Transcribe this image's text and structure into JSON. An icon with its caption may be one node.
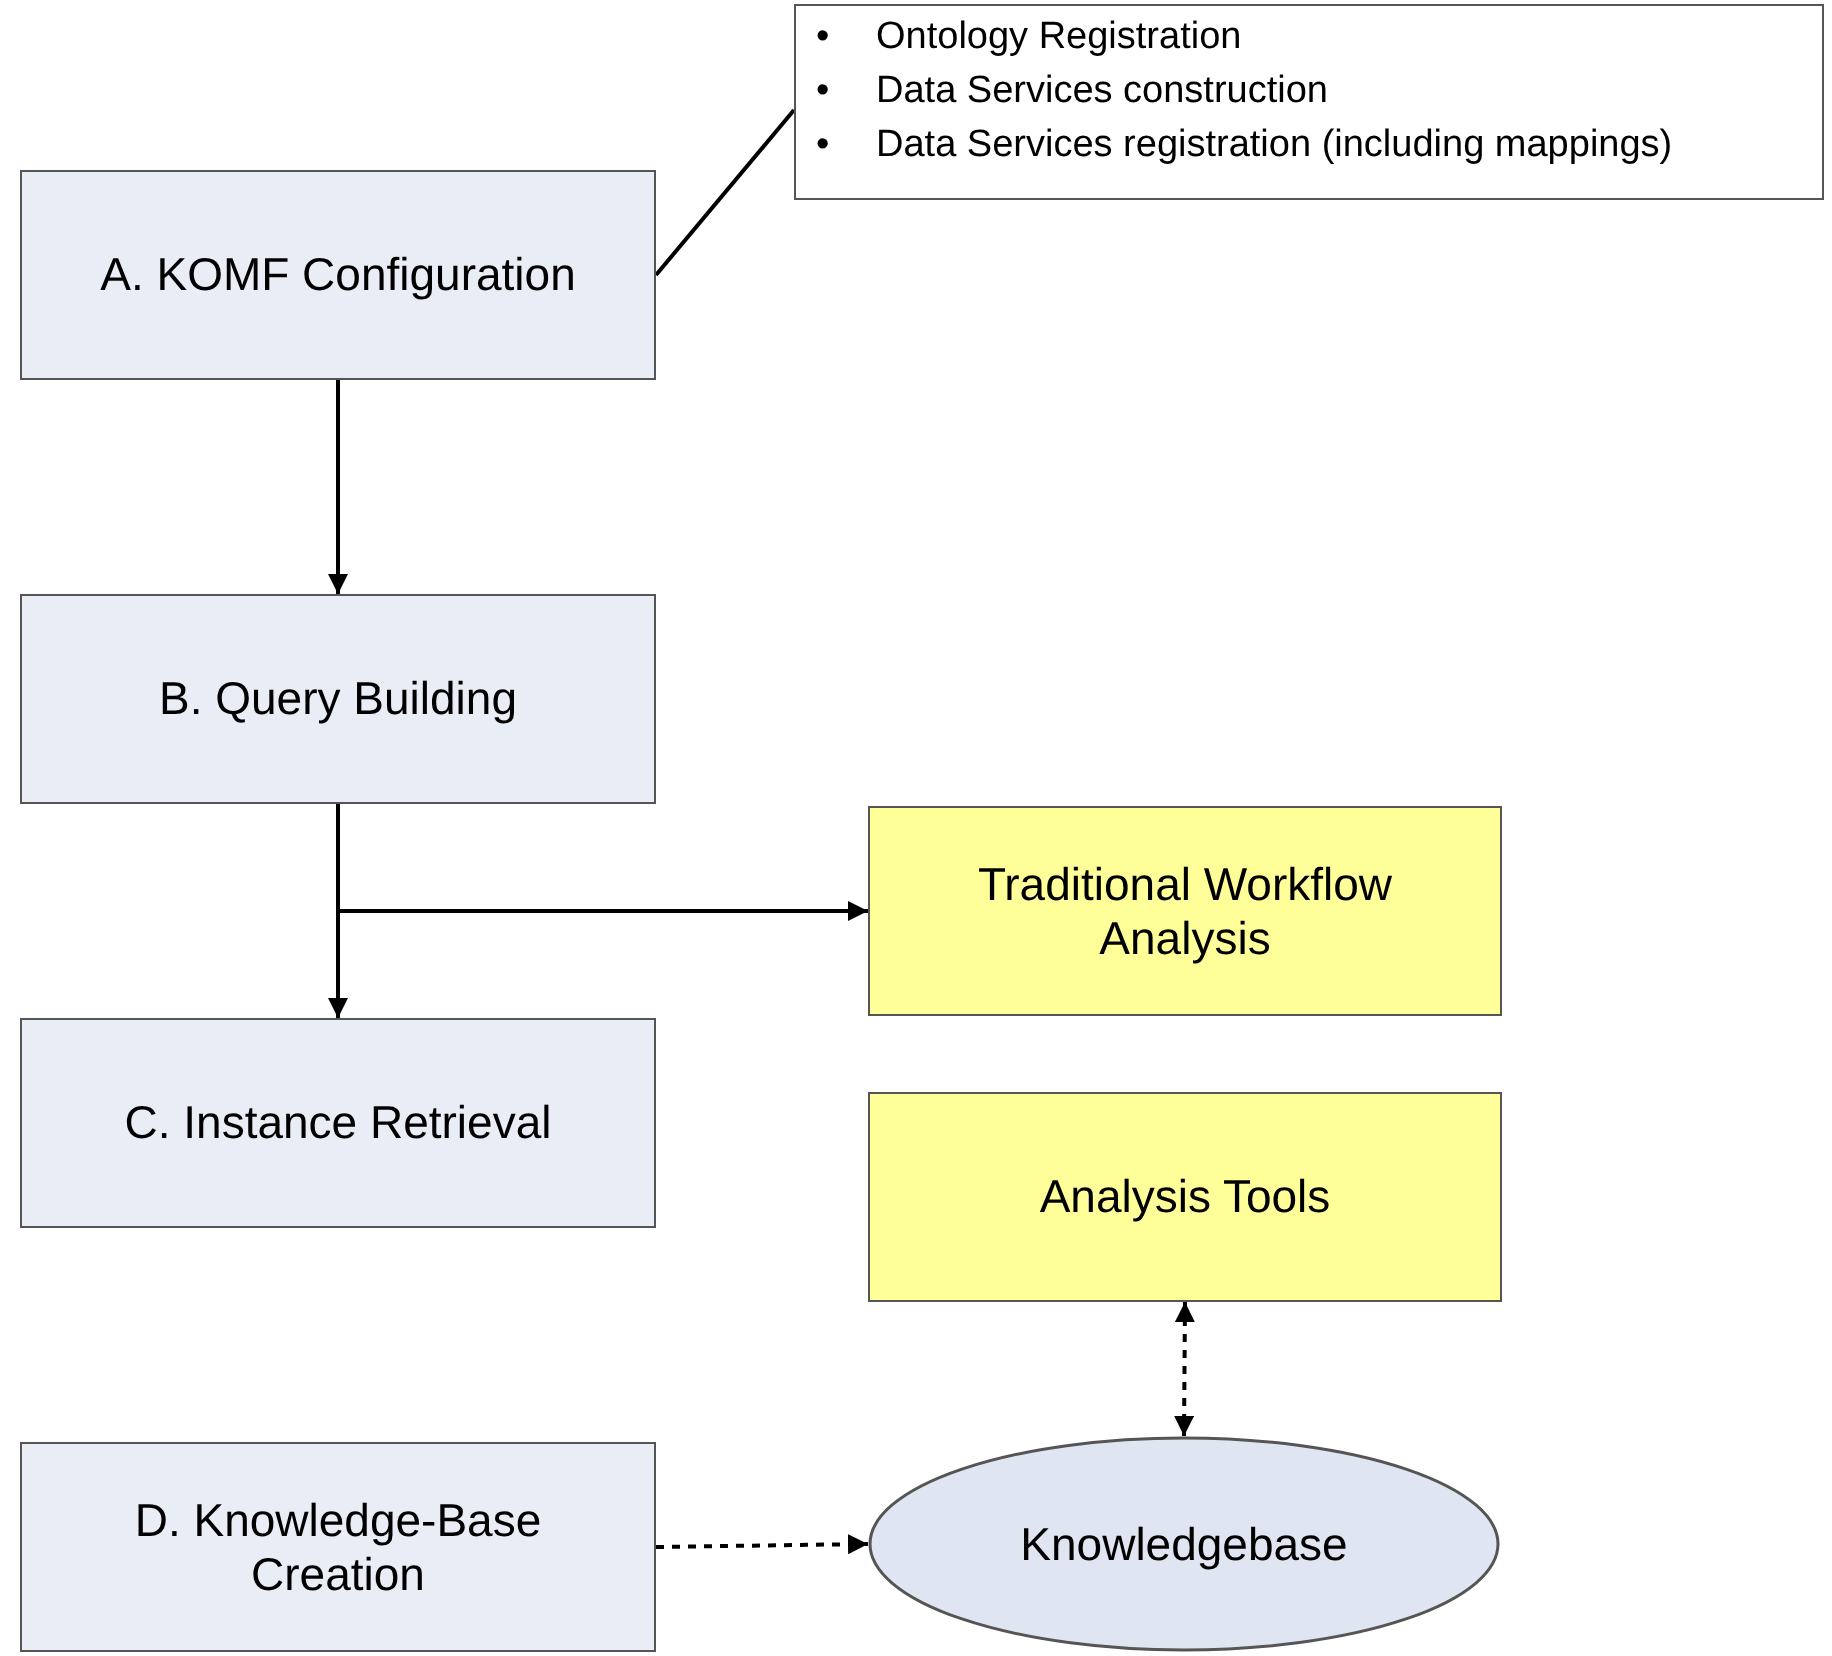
{
  "diagram": {
    "nodes": [
      {
        "text": [
          "A. KOMF Configuration"
        ]
      },
      {
        "text": [
          "Ontology Registration",
          "Data Services construction",
          "Data Services registration (including mappings)"
        ]
      },
      {
        "text": [
          "B. Query Building"
        ]
      },
      {
        "text": [
          "Traditional Workflow Analysis"
        ]
      },
      {
        "text": [
          "C. Instance Retrieval"
        ]
      },
      {
        "text": [
          "Analysis Tools"
        ]
      },
      {
        "text": [
          "D. Knowledge-Base Creation"
        ]
      },
      {
        "text": [
          "Knowledgebase"
        ]
      }
    ],
    "edges": [
      {
        "from": 0,
        "to": 1,
        "arrow": "none"
      },
      {
        "from": 0,
        "to": 2,
        "arrow": "to"
      },
      {
        "from": 2,
        "to": 4,
        "arrow": "to"
      },
      {
        "from": 2,
        "to": 3,
        "arrow": "to"
      },
      {
        "from": 5,
        "to": 7,
        "arrow": "both",
        "style": "dashed"
      },
      {
        "from": 6,
        "to": 7,
        "arrow": "to",
        "style": "dashed"
      }
    ],
    "labels": [
      "•",
      "•",
      "•"
    ]
  }
}
